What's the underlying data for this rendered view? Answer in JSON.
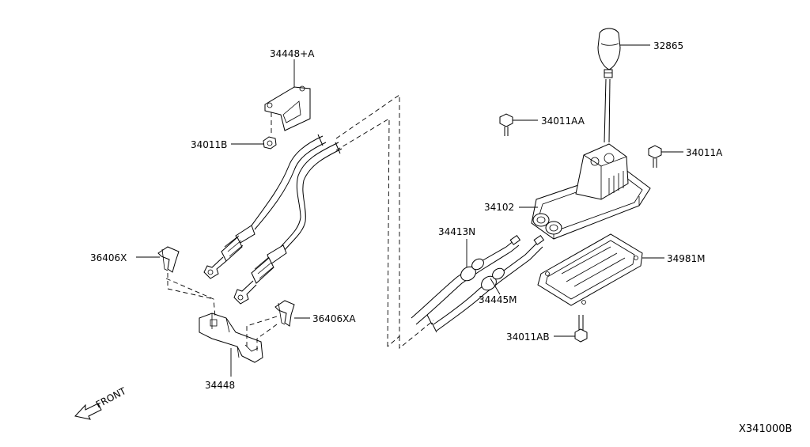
{
  "diagram": {
    "code": "X341000B",
    "front_label": "FRONT",
    "parts": [
      {
        "id": "34448+A",
        "label": "34448+A"
      },
      {
        "id": "34011B",
        "label": "34011B"
      },
      {
        "id": "36406X",
        "label": "36406X"
      },
      {
        "id": "36406XA",
        "label": "36406XA"
      },
      {
        "id": "34448",
        "label": "34448"
      },
      {
        "id": "34413N",
        "label": "34413N"
      },
      {
        "id": "34445M",
        "label": "34445M"
      },
      {
        "id": "32865",
        "label": "32865"
      },
      {
        "id": "34011AA",
        "label": "34011AA"
      },
      {
        "id": "34011A",
        "label": "34011A"
      },
      {
        "id": "34102",
        "label": "34102"
      },
      {
        "id": "34981M",
        "label": "34981M"
      },
      {
        "id": "34011AB",
        "label": "34011AB"
      }
    ]
  }
}
